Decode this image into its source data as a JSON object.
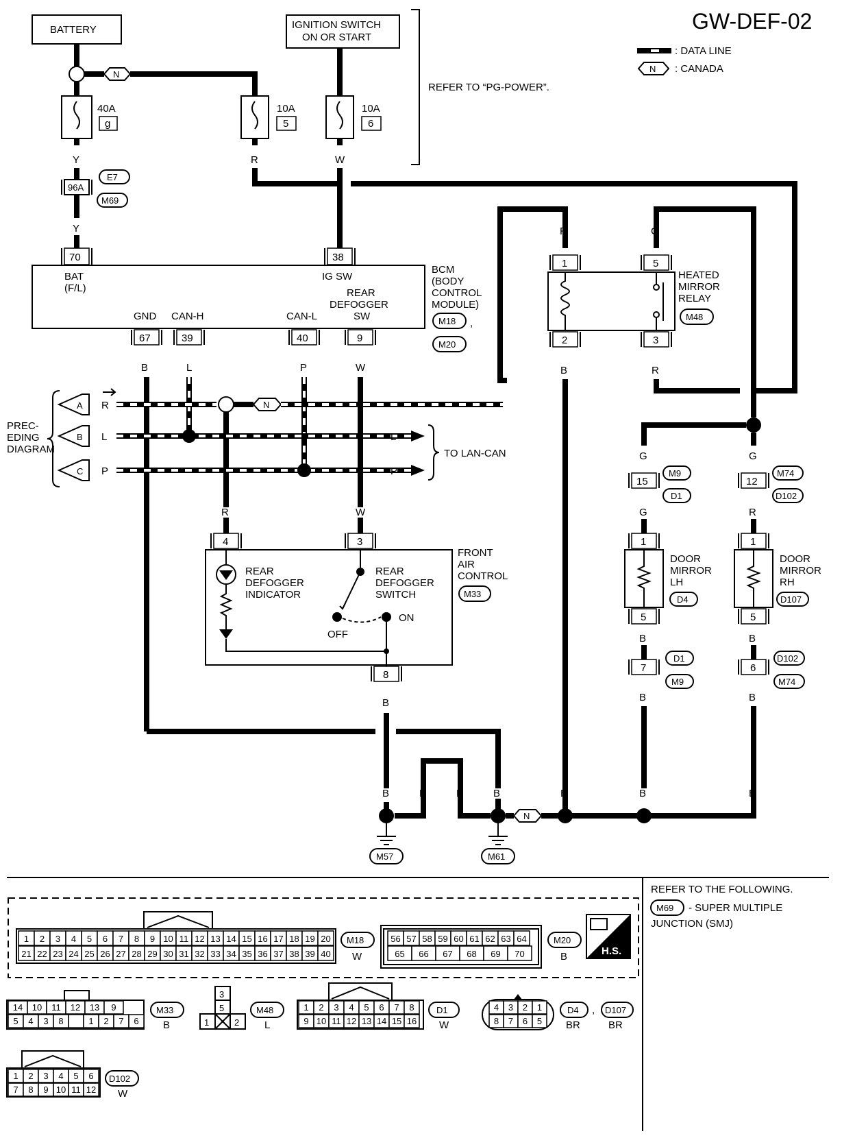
{
  "header": {
    "diagram_id": "GW-DEF-02"
  },
  "legend": {
    "data_line": ": DATA LINE",
    "canada_symbol": "N",
    "canada": ": CANADA"
  },
  "power": {
    "battery": "BATTERY",
    "ign_line1": "IGNITION SWITCH",
    "ign_line2": "ON OR START",
    "refer": "REFER TO “PG-POWER”.",
    "fuse1_amp": "40A",
    "fuse1_id": "g",
    "fuse2_amp": "10A",
    "fuse2_id": "5",
    "fuse3_amp": "10A",
    "fuse3_id": "6",
    "n_symbol": "N",
    "smj": "96A",
    "conn_e7": "E7",
    "conn_m69": "M69"
  },
  "wire_colors": {
    "y": "Y",
    "r": "R",
    "w": "W",
    "b": "B",
    "l": "L",
    "p": "P",
    "g": "G"
  },
  "bcm": {
    "name1": "BCM",
    "name2": "(BODY",
    "name3": "CONTROL",
    "name4": "MODULE)",
    "conn1": "M18",
    "conn2": "M20",
    "comma": ",",
    "pin_bat": "70",
    "bat1": "BAT",
    "bat2": "(F/L)",
    "pin_ig": "38",
    "ig": "IG SW",
    "rd1": "REAR",
    "rd2": "DEFOGGER",
    "rd3": "SW",
    "gnd": "GND",
    "canh": "CAN-H",
    "canl": "CAN-L",
    "pin_gnd": "67",
    "pin_canh": "39",
    "pin_canl": "40",
    "pin_sw": "9"
  },
  "relay": {
    "name1": "HEATED",
    "name2": "MIRROR",
    "name3": "RELAY",
    "conn": "M48",
    "pin1": "1",
    "pin2": "2",
    "pin3": "3",
    "pin5": "5"
  },
  "preceding": {
    "l1": "PREC-",
    "l2": "EDING",
    "l3": "DIAGRAM",
    "a": "A",
    "b": "B",
    "c": "C",
    "to_lan": "TO LAN-CAN"
  },
  "front_air": {
    "name1": "FRONT",
    "name2": "AIR",
    "name3": "CONTROL",
    "conn": "M33",
    "ind1": "REAR",
    "ind2": "DEFOGGER",
    "ind3": "INDICATOR",
    "sw1": "REAR",
    "sw2": "DEFOGGER",
    "sw3": "SWITCH",
    "off": "OFF",
    "on": "ON",
    "pin4": "4",
    "pin3": "3",
    "pin8": "8"
  },
  "mirrors": {
    "lh_pin15": "15",
    "lh_c1": "M9",
    "lh_c2": "D1",
    "rh_pin12": "12",
    "rh_c1": "M74",
    "rh_c2": "D102",
    "lh1": "DOOR",
    "lh2": "MIRROR",
    "lh3": "LH",
    "lh_conn": "D4",
    "rh1": "DOOR",
    "rh2": "MIRROR",
    "rh3": "RH",
    "rh_conn": "D107",
    "pin1": "1",
    "pin5": "5",
    "lh_pin7": "7",
    "rh_pin6": "6"
  },
  "grounds": {
    "m57": "M57",
    "m61": "M61"
  },
  "footer": {
    "refer_title": "REFER TO THE FOLLOWING.",
    "refer_conn": "M69",
    "refer_desc": "- SUPER MULTIPLE",
    "refer_desc2": "JUNCTION (SMJ)",
    "m18": "M18",
    "m18_color": "W",
    "m20": "M20",
    "m20_color": "B",
    "hs": "H.S.",
    "m33": "M33",
    "m33_color": "B",
    "m48": "M48",
    "m48_color": "L",
    "d1": "D1",
    "d1_color": "W",
    "d4": "D4",
    "d107": "D107",
    "d4_color": "BR",
    "d107_color": "BR",
    "d102": "D102",
    "d102_color": "W"
  },
  "connector_faces": {
    "m18_row1": [
      "1",
      "2",
      "3",
      "4",
      "5",
      "6",
      "7",
      "8",
      "9",
      "10",
      "11",
      "12",
      "13",
      "14",
      "15",
      "16",
      "17",
      "18",
      "19",
      "20"
    ],
    "m18_row2": [
      "21",
      "22",
      "23",
      "24",
      "25",
      "26",
      "27",
      "28",
      "29",
      "30",
      "31",
      "32",
      "33",
      "34",
      "35",
      "36",
      "37",
      "38",
      "39",
      "40"
    ],
    "m20_row1": [
      "56",
      "57",
      "58",
      "59",
      "60",
      "61",
      "62",
      "63",
      "64"
    ],
    "m20_row2": [
      "65",
      "66",
      "67",
      "68",
      "69",
      "70"
    ],
    "m33_row1": [
      "14",
      "10",
      "11",
      "12",
      "13",
      "9"
    ],
    "m33_row2": [
      "5",
      "4",
      "3",
      "8",
      "",
      "1",
      "2",
      "7",
      "6"
    ],
    "m48_a": "3",
    "m48_b": "5",
    "m48_c": "1",
    "m48_d": "2",
    "d1_row1": [
      "1",
      "2",
      "3",
      "4",
      "5",
      "6",
      "7",
      "8"
    ],
    "d1_row2": [
      "9",
      "10",
      "11",
      "12",
      "13",
      "14",
      "15",
      "16"
    ],
    "d4_row1": [
      "4",
      "3",
      "2",
      "1"
    ],
    "d4_row2": [
      "8",
      "7",
      "6",
      "5"
    ],
    "d102_row1": [
      "1",
      "2",
      "3",
      "4",
      "5",
      "6"
    ],
    "d102_row2": [
      "7",
      "8",
      "9",
      "10",
      "11",
      "12"
    ]
  }
}
